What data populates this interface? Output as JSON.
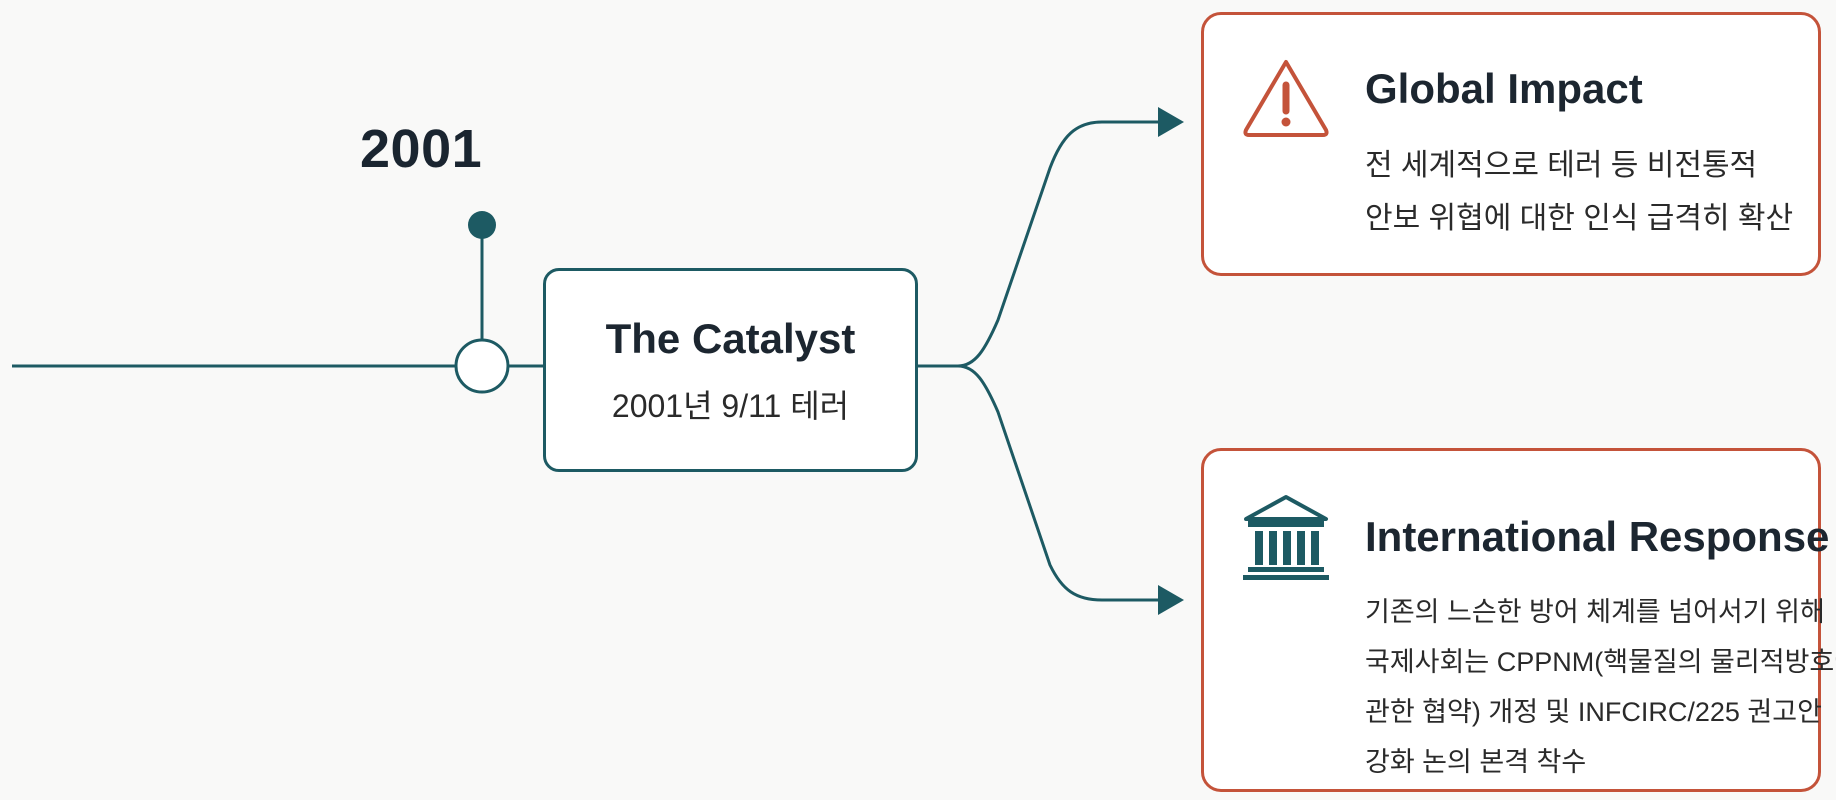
{
  "timeline": {
    "year": "2001"
  },
  "catalyst": {
    "title": "The Catalyst",
    "subtitle": "2001년 9/11 테러"
  },
  "cards": {
    "impact": {
      "icon": "warning-triangle-icon",
      "title": "Global Impact",
      "lines": [
        "전 세계적으로 테러 등 비전통적",
        "안보 위협에 대한 인식 급격히 확산"
      ]
    },
    "response": {
      "icon": "institution-building-icon",
      "title": "International Response",
      "lines": [
        "기존의 느슨한 방어 체계를 넘어서기 위해",
        "국제사회는 CPPNM(핵물질의 물리적방호에",
        "관한 협약) 개정 및 INFCIRC/225 권고안",
        "강화 논의 본격 착수"
      ]
    }
  },
  "colors": {
    "background": "#f9f9f8",
    "teal": "#1d5a63",
    "accent_red": "#c4533a",
    "text_dark": "#1c2630"
  }
}
